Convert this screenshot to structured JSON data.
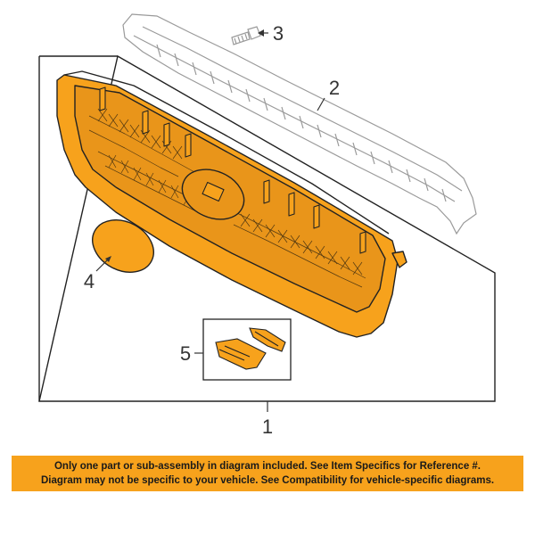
{
  "callouts": {
    "part_1": "1",
    "part_2": "2",
    "part_3": "3",
    "part_4": "4",
    "part_5": "5"
  },
  "notice": {
    "line1": "Only one part or sub-assembly in diagram included. See Item Specifics for Reference #.",
    "line2": "Diagram may not be specific to your vehicle. See Compatibility for vehicle-specific diagrams."
  },
  "colors": {
    "highlight": "#f7a21c",
    "line_art": "#222222",
    "ghost_part": "#9a9a9a",
    "callout_text": "#333333"
  }
}
